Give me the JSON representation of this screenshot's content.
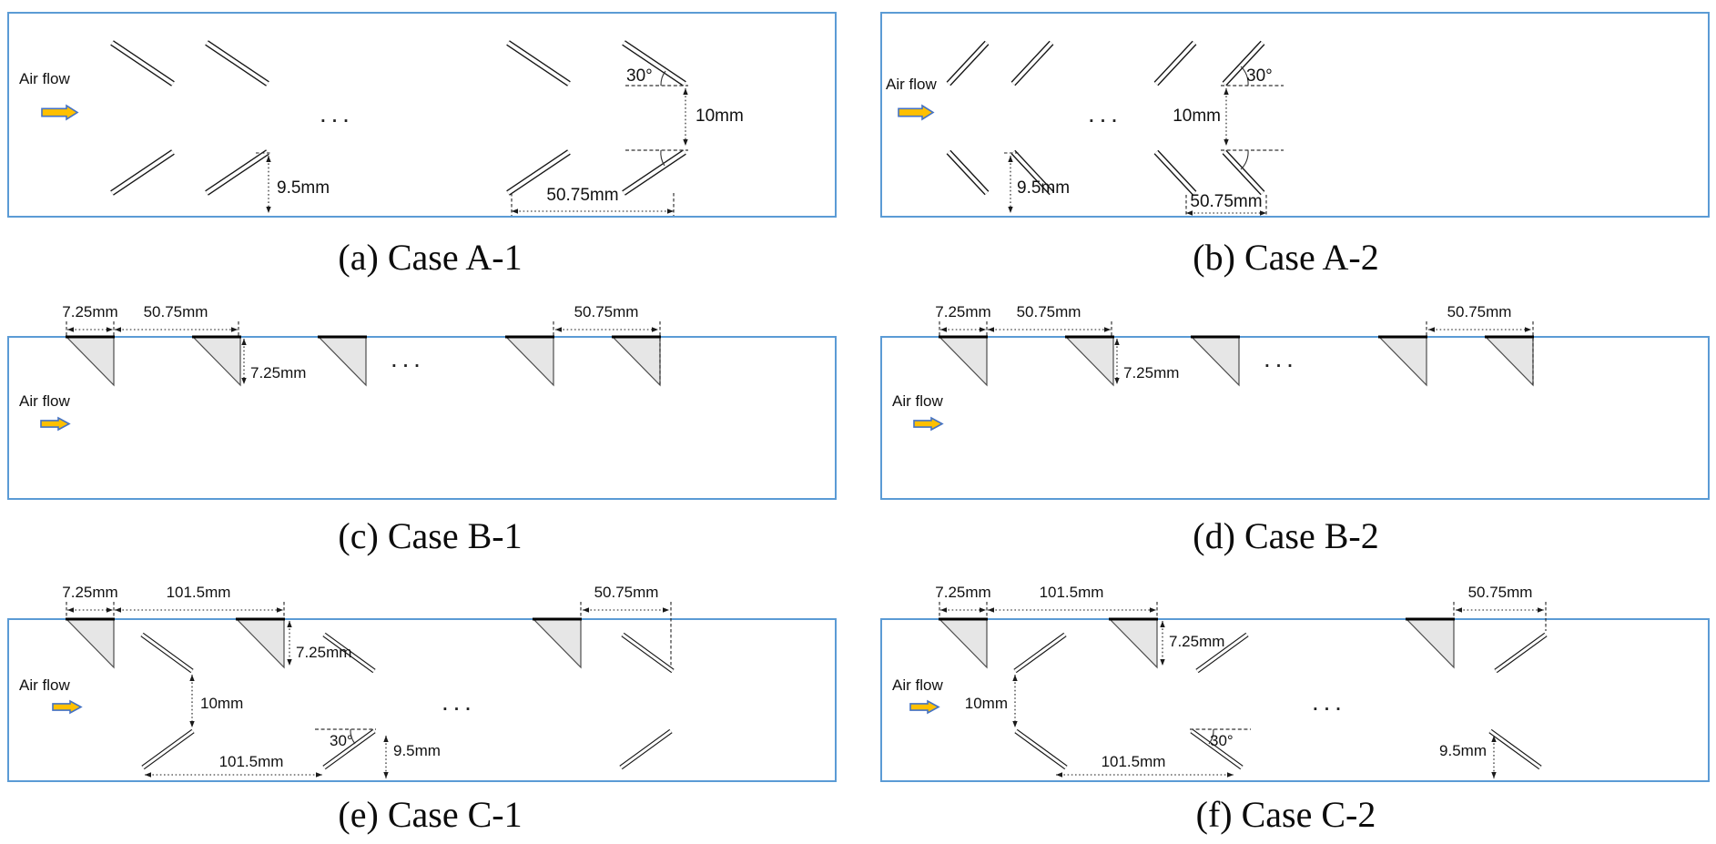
{
  "figure": {
    "air_flow_label": "Air flow",
    "continuation_dots": ". . .",
    "colors": {
      "channel_border": "#5B9BD5",
      "arrow_fill": "#FFC000",
      "arrow_stroke": "#4472C4",
      "triangle_fill": "#E6E6E6"
    },
    "panels": {
      "a": {
        "caption": "(a) Case A-1",
        "dims": {
          "angle": "30°",
          "gap": "10mm",
          "offset": "9.5mm",
          "pitch": "50.75mm"
        }
      },
      "b": {
        "caption": "(b) Case A-2",
        "dims": {
          "angle": "30°",
          "gap": "10mm",
          "offset": "9.5mm",
          "pitch": "50.75mm"
        }
      },
      "c": {
        "caption": "(c) Case B-1",
        "dims": {
          "width": "7.25mm",
          "pitch": "50.75mm",
          "height": "7.25mm",
          "pitch_right": "50.75mm"
        }
      },
      "d": {
        "caption": "(d) Case B-2",
        "dims": {
          "width": "7.25mm",
          "pitch": "50.75mm",
          "height": "7.25mm",
          "pitch_right": "50.75mm"
        }
      },
      "e": {
        "caption": "(e) Case C-1",
        "dims": {
          "width": "7.25mm",
          "pitch": "101.5mm",
          "height": "7.25mm",
          "pitch_right": "50.75mm",
          "gap": "10mm",
          "angle": "30°",
          "pitch_bottom": "101.5mm",
          "offset": "9.5mm"
        }
      },
      "f": {
        "caption": "(f) Case C-2",
        "dims": {
          "width": "7.25mm",
          "pitch": "101.5mm",
          "height": "7.25mm",
          "pitch_right": "50.75mm",
          "gap": "10mm",
          "angle": "30°",
          "pitch_bottom": "101.5mm",
          "offset": "9.5mm"
        }
      }
    }
  }
}
